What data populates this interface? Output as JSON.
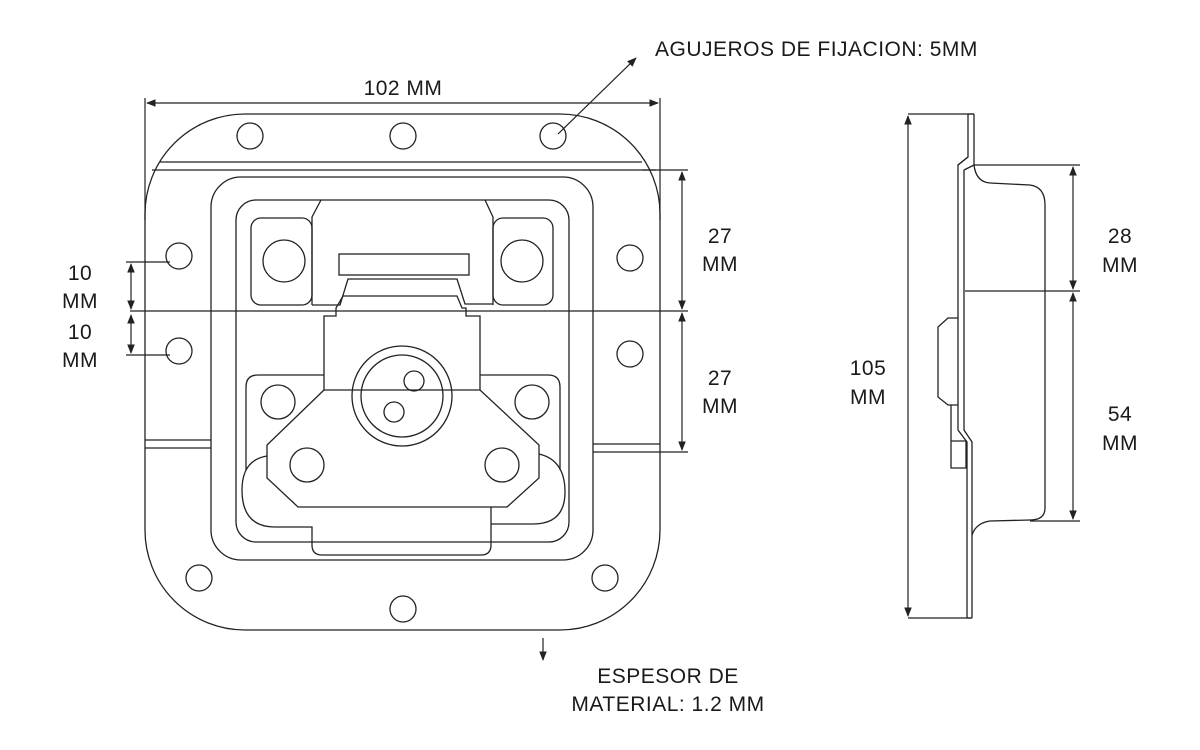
{
  "labels": {
    "width": "102 MM",
    "holes": "AGUJEROS DE FIJACION: 5MM",
    "upper_depth": [
      "27",
      "MM"
    ],
    "lower_depth": [
      "27",
      "MM"
    ],
    "hole_spacing_top": [
      "10",
      "MM"
    ],
    "hole_spacing_bottom": [
      "10",
      "MM"
    ],
    "height": [
      "105",
      "MM"
    ],
    "side_upper": [
      "28",
      "MM"
    ],
    "side_lower": [
      "54",
      "MM"
    ],
    "thickness": [
      "ESPESOR DE",
      "MATERIAL: 1.2 MM"
    ]
  },
  "colors": {
    "line": "#222222",
    "background": "#ffffff"
  }
}
